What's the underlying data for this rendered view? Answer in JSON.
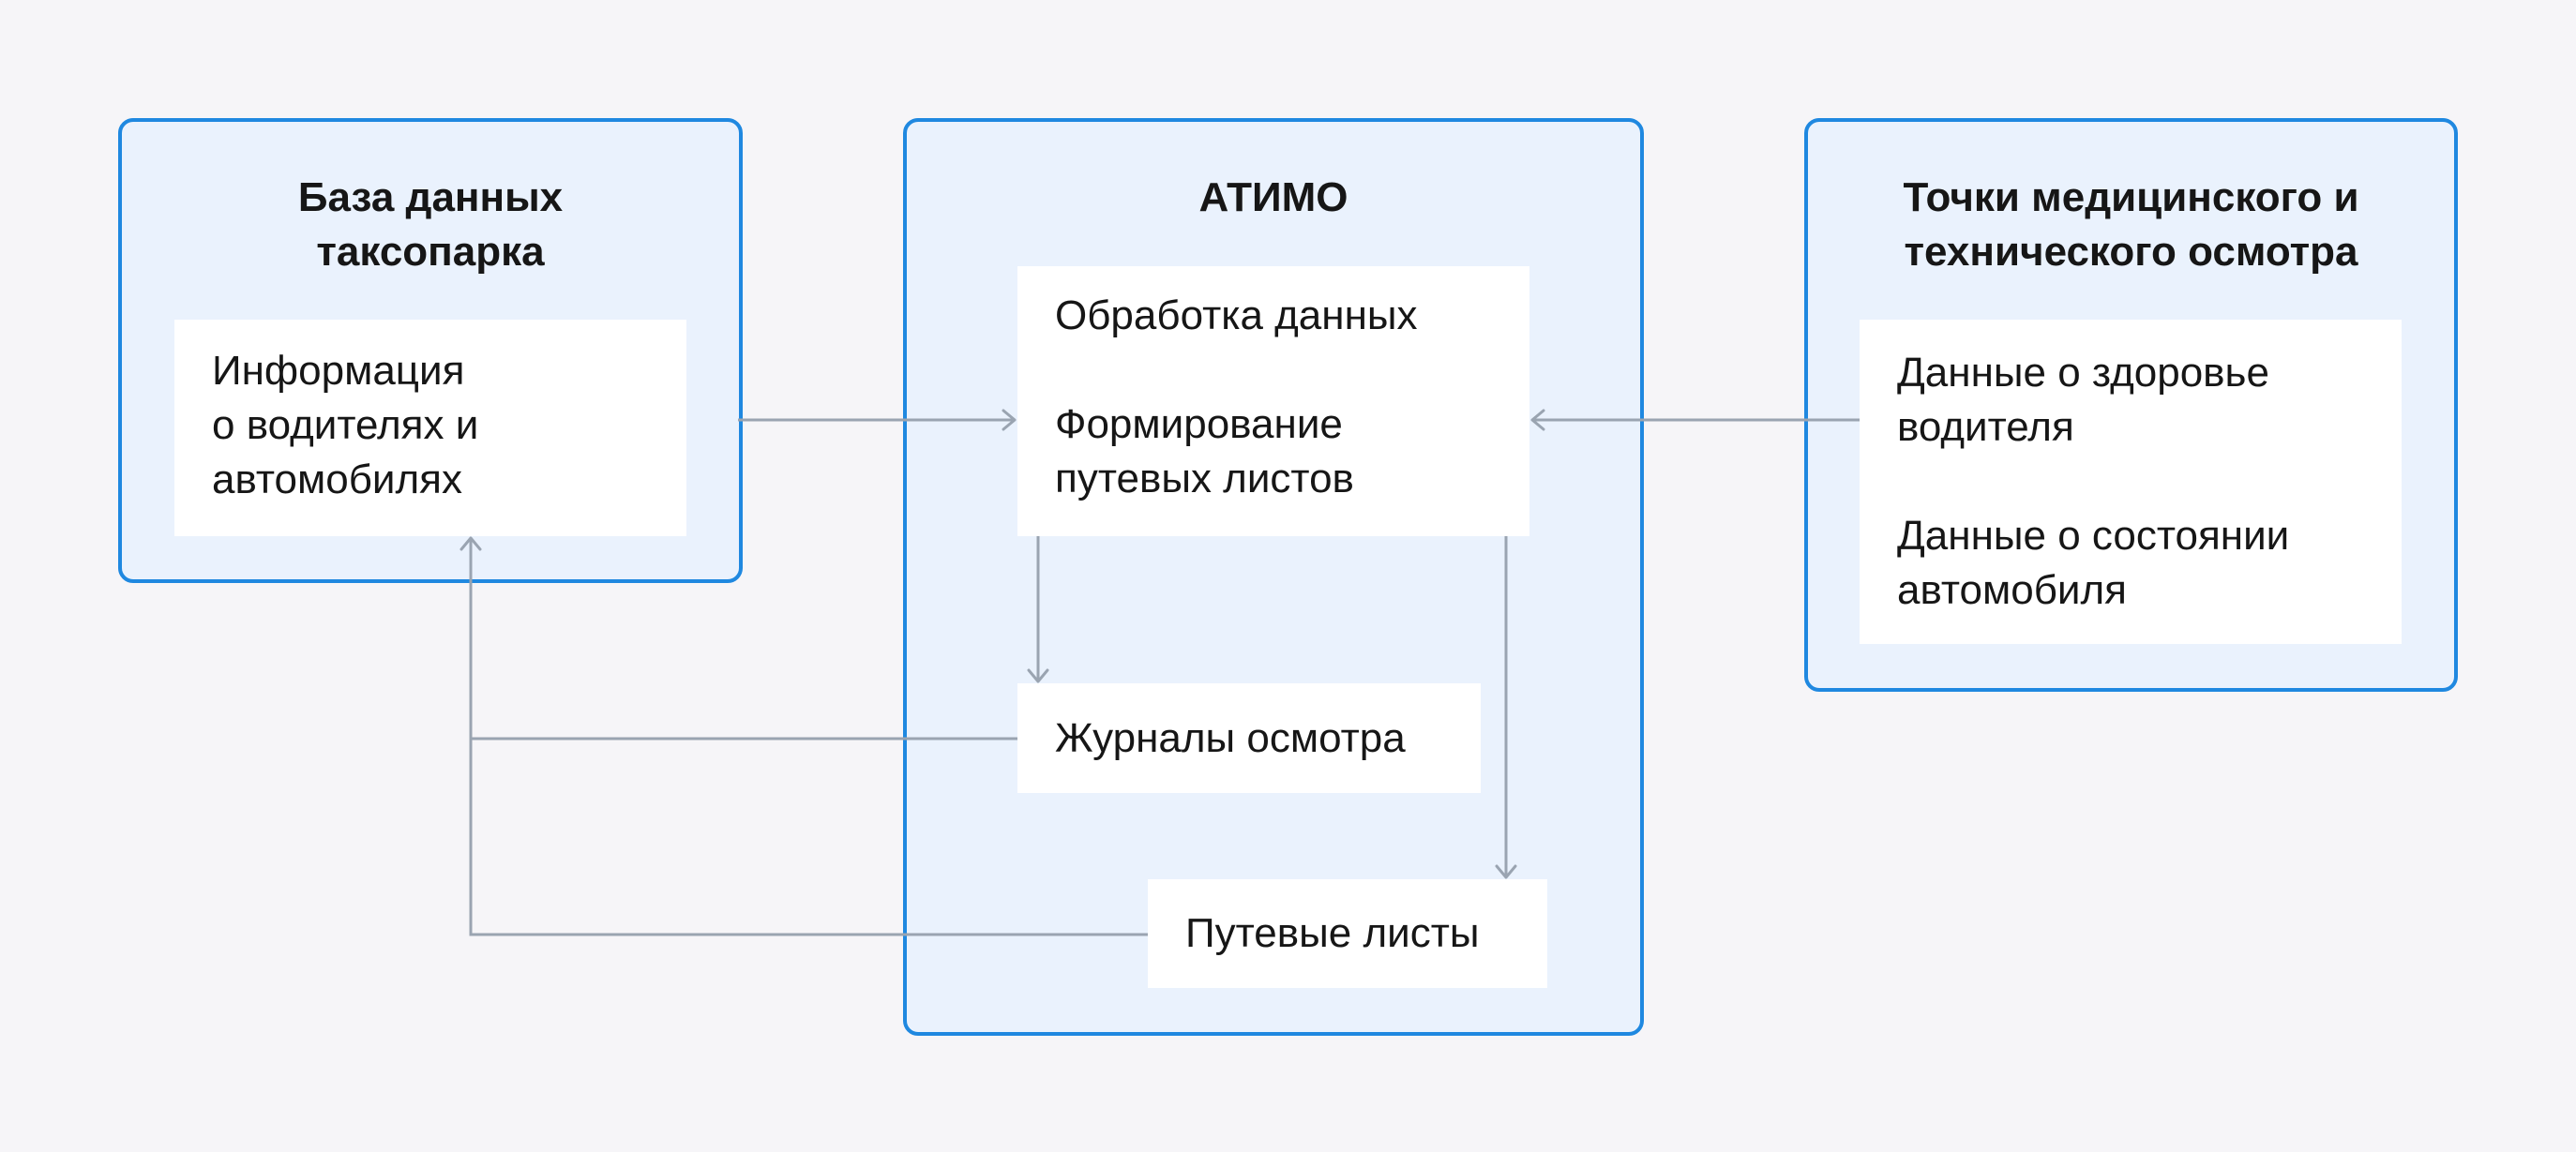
{
  "groups": {
    "db": {
      "title": "База данных\nтаксопарка",
      "card_text": "Информация\nо водителях и\nавтомобилях"
    },
    "atimo": {
      "title": "АТИМО",
      "processing_label": "Обработка данных",
      "forming_label": "Формирование\nпутевых листов",
      "journals_label": "Журналы осмотра",
      "waybills_label": "Путевые листы"
    },
    "points": {
      "title": "Точки медицинского и\nтехнического осмотра",
      "health_label": "Данные о здоровье\nводителя",
      "vehicle_label": "Данные о состоянии\nавтомобиля"
    }
  },
  "colors": {
    "background": "#f6f5f8",
    "group_fill": "#eaf2fd",
    "group_border": "#1f88e0",
    "card_fill": "#ffffff",
    "connector": "#9aa4b1"
  }
}
